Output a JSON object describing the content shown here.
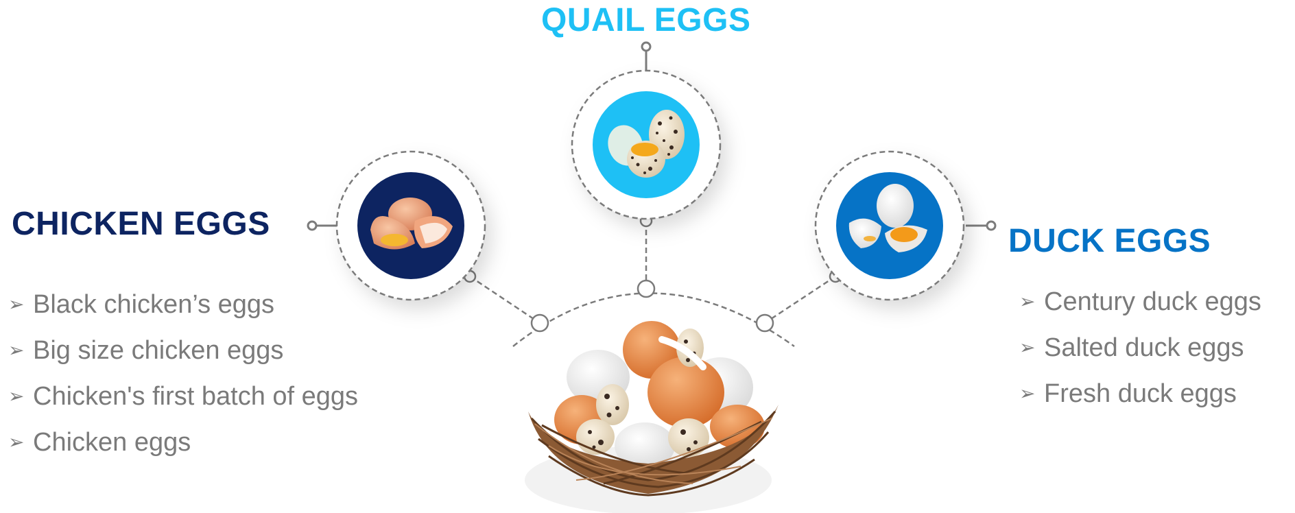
{
  "colors": {
    "quail": "#1ec0f5",
    "chicken": "#0d2461",
    "duck": "#0673c6",
    "connector": "#7b7b7b",
    "list_text": "#7a7a7a"
  },
  "quail": {
    "title": "QUAIL EGGS",
    "icon": "quail-eggs-image"
  },
  "chicken": {
    "title": "CHICKEN EGGS",
    "icon": "chicken-eggs-image",
    "items": [
      "Black chicken’s eggs",
      "Big size chicken eggs",
      "Chicken's first batch of eggs",
      "Chicken eggs"
    ]
  },
  "duck": {
    "title": "DUCK EGGS",
    "icon": "duck-eggs-image",
    "items": [
      "Century duck eggs",
      "Salted duck eggs",
      "Fresh duck eggs"
    ]
  },
  "bullet_glyph": "➢",
  "center_image": "egg-nest-image"
}
